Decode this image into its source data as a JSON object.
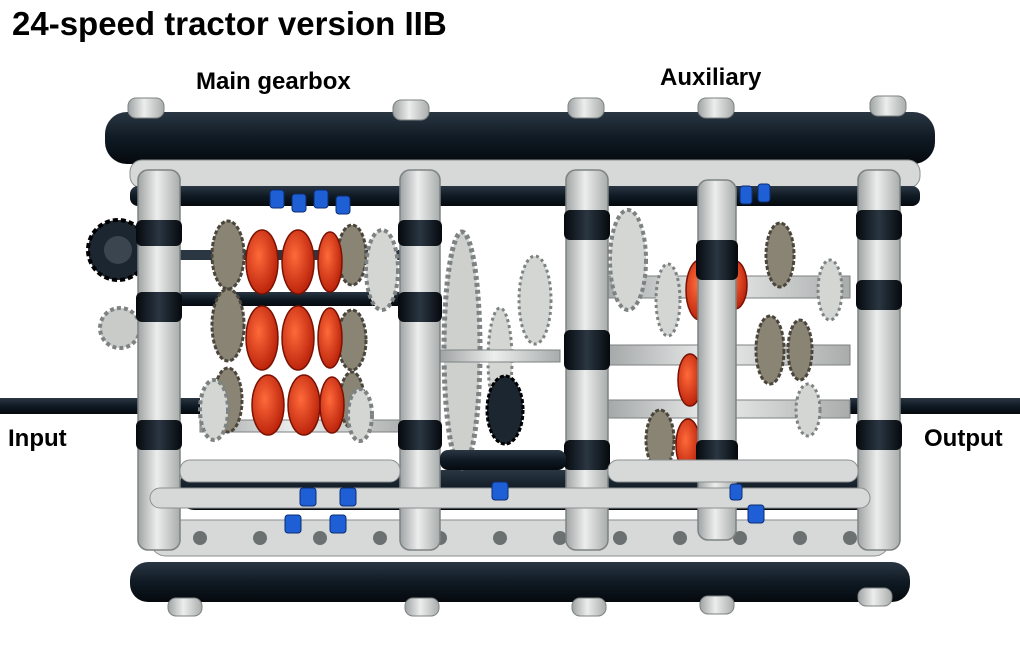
{
  "title": "24-speed tractor version IIB",
  "labels": {
    "main_gearbox": "Main gearbox",
    "auxiliary": "Auxiliary",
    "input": "Input",
    "output": "Output"
  },
  "colors": {
    "frame_dark": "#0f1a24",
    "frame_light": "#d6d9d8",
    "gear_dark_tan": "#7a7466",
    "gear_light": "#d4d6d3",
    "clutch_red": "#e02a10",
    "bushing_blue": "#1f5fd6",
    "axle": "#1a2530"
  }
}
